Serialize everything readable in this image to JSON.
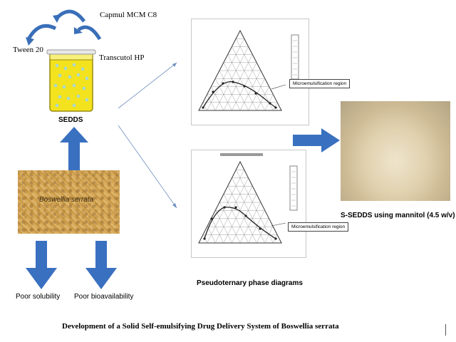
{
  "sedds": {
    "label": "SEDDS",
    "ingredients": [
      "Capmul MCM C8",
      "Tween 20",
      "Transcutol HP"
    ]
  },
  "source": {
    "label": "Boswellia serrata"
  },
  "problems": [
    "Poor solubility",
    "Poor bioavailability"
  ],
  "phase_diagrams": {
    "caption": "Pseudoternary phase diagrams",
    "region_label": "Microemulsification region"
  },
  "product": {
    "label": "S-SEDDS using mannitol (4.5 w/v)"
  },
  "title": "Development of a Solid Self-emulsifying Drug Delivery System  of Boswellia serrata"
}
